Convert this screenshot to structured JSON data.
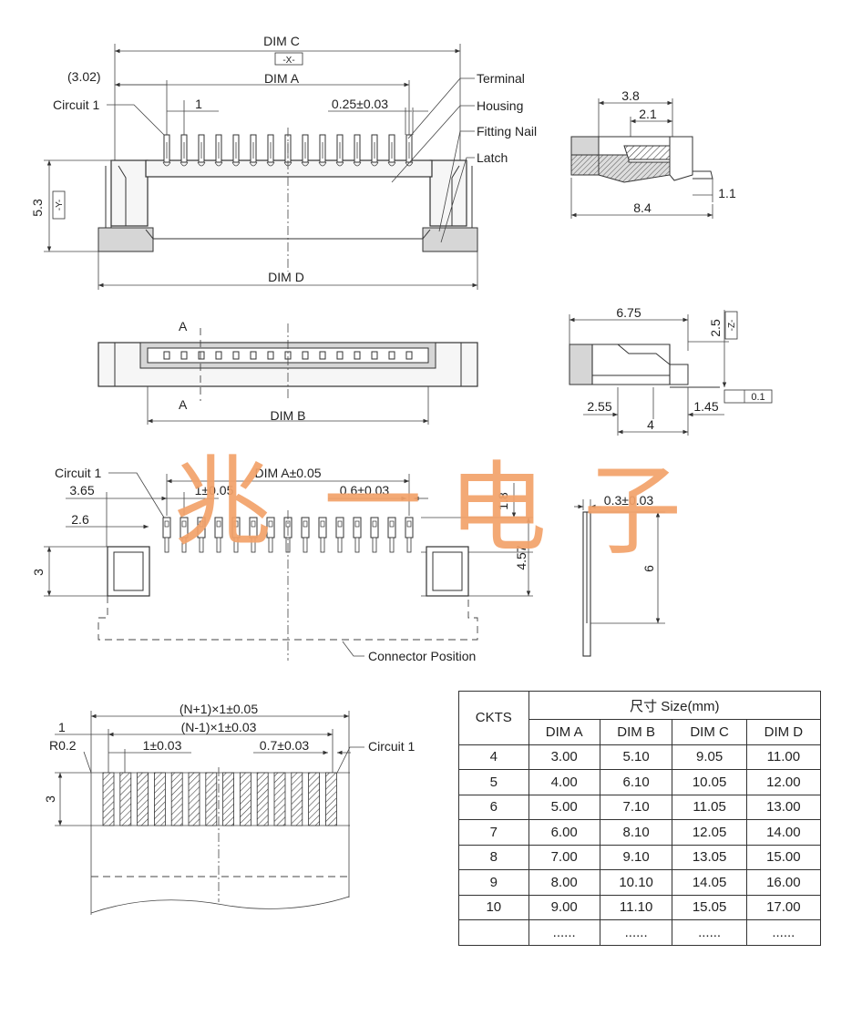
{
  "watermark": [
    "兆",
    "一",
    "电",
    "子"
  ],
  "top_view": {
    "dim_c": "DIM C",
    "x_datum": "-X-",
    "offset": "(3.02)",
    "dim_a": "DIM A",
    "circuit1": "Circuit 1",
    "pitch": "1",
    "pin_width": "0.25±0.03",
    "height": "5.3",
    "y_datum": "-Y-",
    "dim_d": "DIM D",
    "callouts": [
      "Terminal",
      "Housing",
      "Fitting Nail",
      "Latch"
    ]
  },
  "side_view": {
    "d1": "3.8",
    "d2": "2.1",
    "d3": "1.1",
    "d4": "8.4"
  },
  "front_view": {
    "section_mark": "A",
    "dim_b": "DIM B"
  },
  "end_view": {
    "width": "6.75",
    "height": "2.5",
    "z_datum": "-Z-",
    "flatness": "0.1",
    "d1": "2.55",
    "d2": "4",
    "d3": "1.45"
  },
  "pcb_layout": {
    "circuit1": "Circuit 1",
    "dim_a": "DIM A±0.05",
    "d365": "3.65",
    "pitch": "1±0.05",
    "pad_width": "0.6±0.03",
    "d26": "2.6",
    "d18": "1.8",
    "d457": "4.57",
    "d3": "3",
    "connector_position": "Connector Position"
  },
  "fpc_side": {
    "thickness": "0.3±0.03",
    "length": "6"
  },
  "fpc_layout": {
    "total": "(N+1)×1±0.05",
    "span": "(N-1)×1±0.03",
    "edge": "1",
    "radius": "R0.2",
    "pitch": "1±0.03",
    "finger_width": "0.7±0.03",
    "circuit1": "Circuit 1",
    "height": "3"
  },
  "size_table": {
    "ckts_label": "CKTS",
    "size_label": "尺寸 Size(mm)",
    "columns": [
      "DIM A",
      "DIM B",
      "DIM C",
      "DIM D"
    ],
    "rows": [
      [
        "4",
        "3.00",
        "5.10",
        "9.05",
        "11.00"
      ],
      [
        "5",
        "4.00",
        "6.10",
        "10.05",
        "12.00"
      ],
      [
        "6",
        "5.00",
        "7.10",
        "11.05",
        "13.00"
      ],
      [
        "7",
        "6.00",
        "8.10",
        "12.05",
        "14.00"
      ],
      [
        "8",
        "7.00",
        "9.10",
        "13.05",
        "15.00"
      ],
      [
        "9",
        "8.00",
        "10.10",
        "14.05",
        "16.00"
      ],
      [
        "10",
        "9.00",
        "11.10",
        "15.05",
        "17.00"
      ],
      [
        "",
        "......",
        "......",
        "......",
        "......"
      ]
    ]
  }
}
